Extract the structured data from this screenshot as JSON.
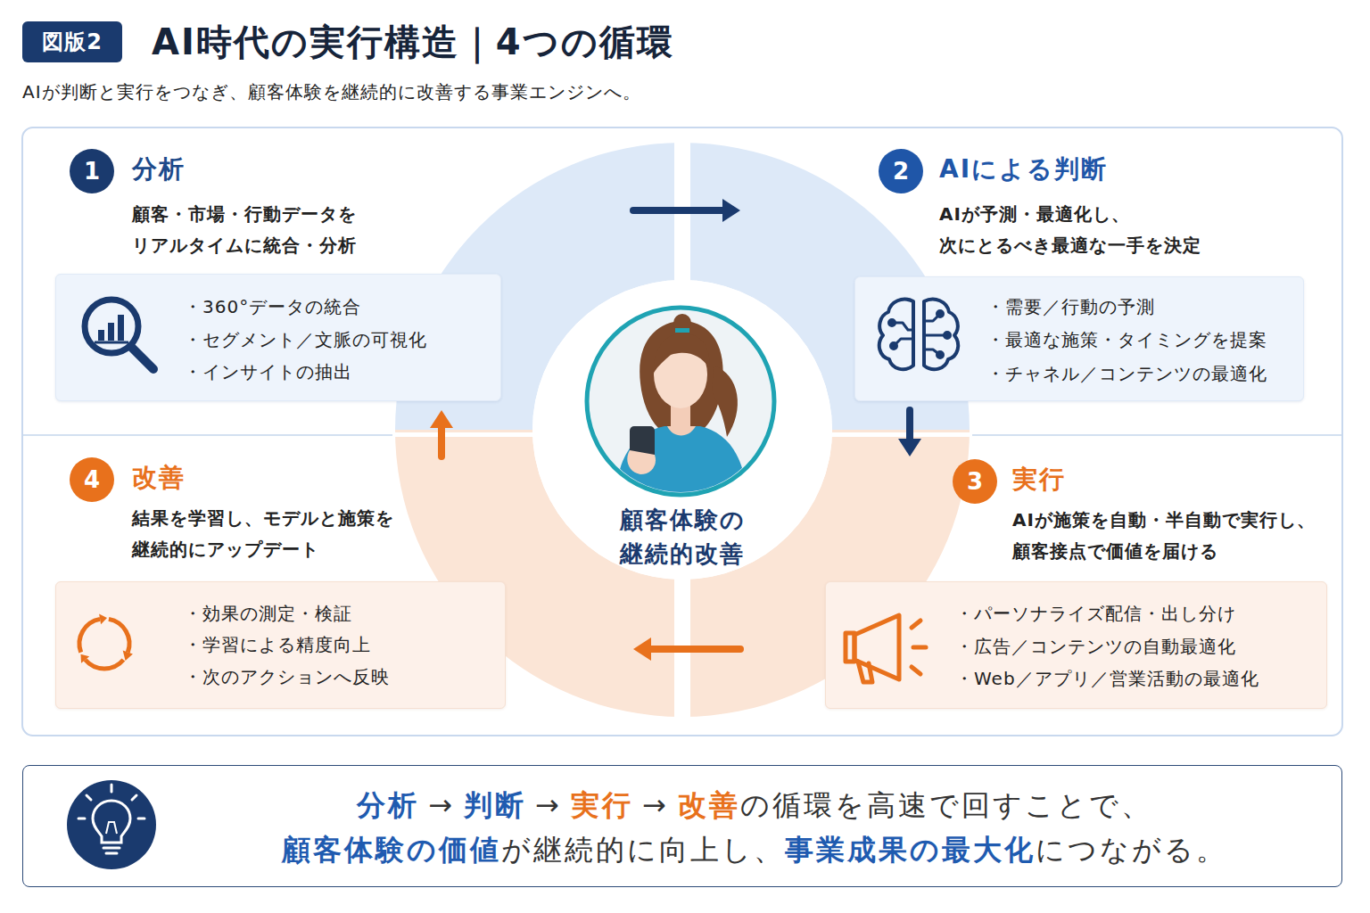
{
  "diagram": {
    "title": "AI時代の実行構造｜4つの循環",
    "caption": "AIが判断と実行をつなぎ、顧客体験を継続的に改善する事業エンジンへ。",
    "nodes": [
      {
        "text": [
          "分析",
          "顧客・市場・行動データを リアルタイムに統合・分析"
        ]
      },
      {
        "text": [
          "1"
        ],
        "in": 0
      },
      {
        "text": [
          "・360°データの統合",
          "・セグメント／文脈の可視化",
          "・インサイトの抽出"
        ],
        "in": 0
      },
      {
        "text": [
          "AIによる判断",
          "AIが予測・最適化し、 次にとるべき最適な一手を決定"
        ]
      },
      {
        "text": [
          "2"
        ],
        "in": 3
      },
      {
        "text": [
          "・需要／行動の予測",
          "・最適な施策・タイミングを提案",
          "・チャネル／コンテンツの最適化"
        ],
        "in": 3
      },
      {
        "text": [
          "実行",
          "AIが施策を自動・半自動で実行し、 顧客接点で価値を届ける"
        ]
      },
      {
        "text": [
          "3"
        ],
        "in": 6
      },
      {
        "text": [
          "・パーソナライズ配信・出し分け",
          "・広告／コンテンツの自動最適化",
          "・Web／アプリ／営業活動の最適化"
        ],
        "in": 6
      },
      {
        "text": [
          "改善",
          "結果を学習し、モデルと施策を 継続的にアップデート"
        ]
      },
      {
        "text": [
          "4"
        ],
        "in": 9
      },
      {
        "text": [
          "・効果の測定・検証",
          "・学習による精度向上",
          "・次のアクションへ反映"
        ],
        "in": 9
      },
      {
        "text": [
          "顧客体験の 継続的改善"
        ]
      },
      {
        "text": [
          "分析",
          "→",
          "判断",
          "→",
          "実行",
          "→",
          "改善",
          "の循環を高速で回すことで、",
          "顧客体験の価値",
          "が継続的に向上し、",
          "事業成果の最大化",
          "につながる。"
        ]
      }
    ],
    "edges": [
      {
        "from": 0,
        "to": 3,
        "arrow": "to"
      },
      {
        "from": 3,
        "to": 6,
        "arrow": "to"
      },
      {
        "from": 6,
        "to": 9,
        "arrow": "to"
      },
      {
        "from": 9,
        "to": 0,
        "arrow": "to"
      }
    ],
    "labels": [
      "図版2"
    ]
  }
}
